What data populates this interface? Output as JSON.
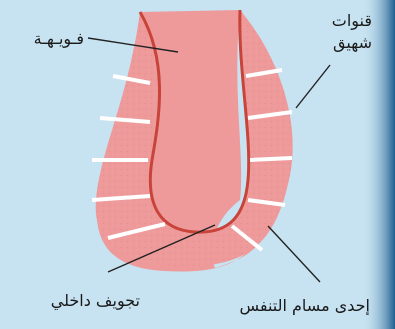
{
  "diagram": {
    "background_color": "#ffffff",
    "panel_color": "#c7e3f2",
    "edge_shade_color": "#1f5f8f",
    "wall_fill_color": "#ee9a9a",
    "inner_lining_color": "#c8443a",
    "canal_color": "#ffffff",
    "leader_line_color": "#222222",
    "labels": {
      "osculum": "فـويـهـة",
      "inhalant_canals_line1": "قنوات",
      "inhalant_canals_line2": "شهيق",
      "internal_cavity": "تجويف داخلي",
      "pore": "إحدى مسام التنفس"
    }
  }
}
